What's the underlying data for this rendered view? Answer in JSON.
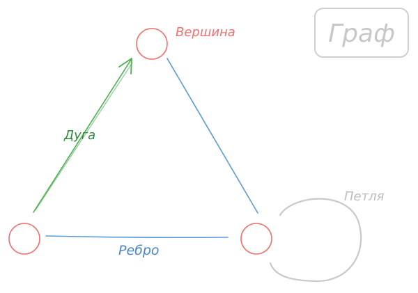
{
  "title": "Граф",
  "labels": {
    "vertex": "Вершина",
    "arc": "Дуга",
    "edge": "Ребро",
    "loop": "Петля"
  },
  "colors": {
    "vertex": "#f07070",
    "vertex_label": "#f07070",
    "arc": "#4caf50",
    "arc_label": "#2e8b3a",
    "edge": "#5b9bd5",
    "edge_label": "#4a86c5",
    "loop": "#c8c8c8",
    "loop_label": "#bdbdbd",
    "title": "#c8c8c8"
  }
}
